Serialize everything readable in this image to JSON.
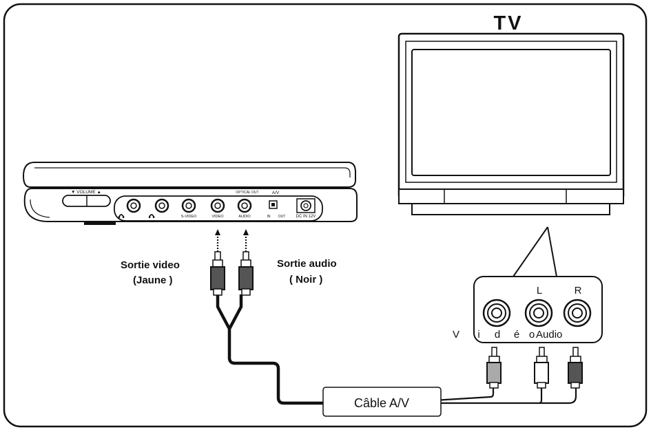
{
  "tv": {
    "title": "TV"
  },
  "player": {
    "volume_label": "▼ VOLUME ▲",
    "optical_out_label": "OPTICAL OUT",
    "av_label": "A/V",
    "jacks": [
      "S-VIDEO",
      "VIDEO",
      "AUDIO"
    ],
    "switch_in": "IN",
    "switch_out": "OUT",
    "dc_label": "DC IN 12V"
  },
  "labels": {
    "video_out": "Sortie video",
    "video_out_color": "(Jaune )",
    "audio_out": "Sortie audio",
    "audio_out_color": "( Noir )",
    "cable": "Câble A/V"
  },
  "tv_panel": {
    "left_label": "L",
    "right_label": "R",
    "video_letters": [
      "V",
      "i",
      "d",
      "é",
      "o"
    ],
    "audio_label": "Audio"
  }
}
